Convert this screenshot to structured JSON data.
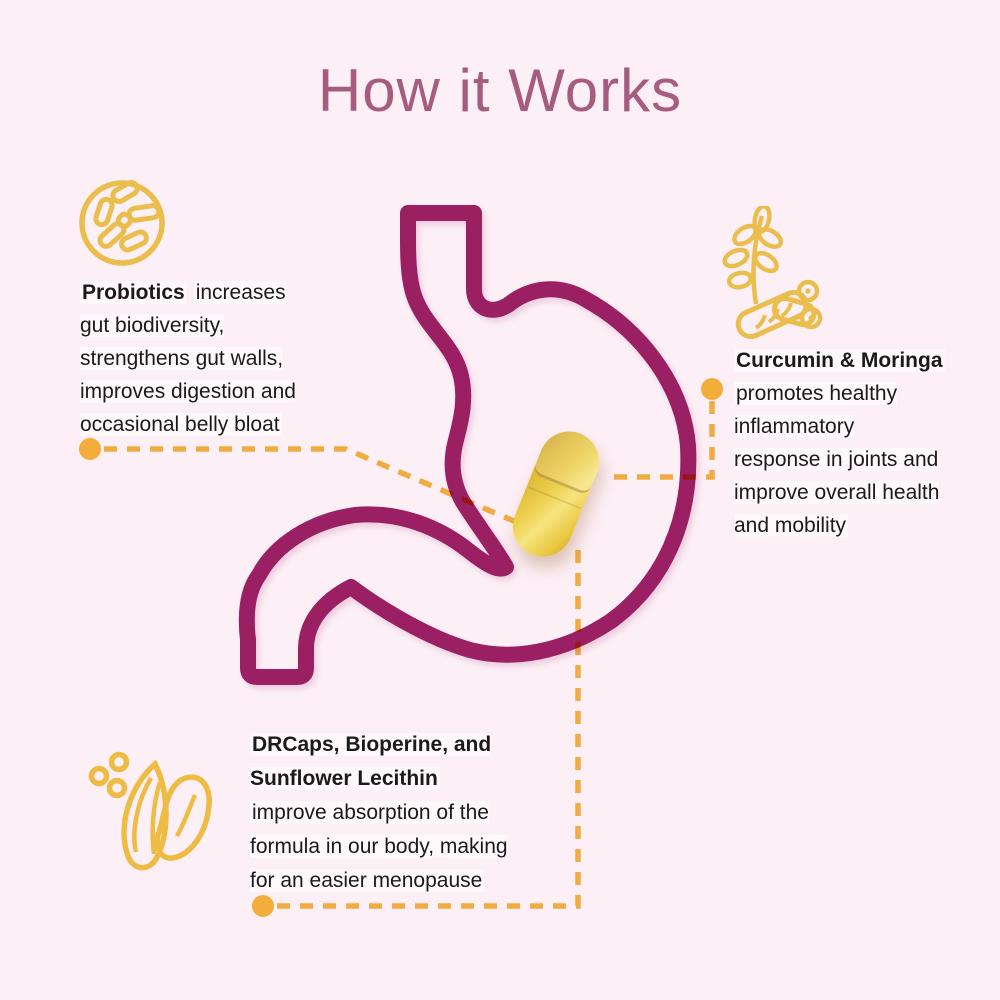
{
  "title": "How it Works",
  "colors": {
    "background": "#fdeff6",
    "title": "#a65c7e",
    "stomach_outline": "#9b2063",
    "connector_yellow": "#f2b843",
    "icon_gold": "#eabd4c",
    "text": "#1a1a1a",
    "capsule_light": "#f6e47f",
    "capsule_dark": "#c89e2b"
  },
  "cards": {
    "probiotics": {
      "heading": "Probiotics",
      "body_lines": [
        "increases",
        "gut biodiversity,",
        "strengthens gut walls,",
        "improves digestion and",
        "occasional belly bloat"
      ],
      "icon": "bacteria-circle-icon"
    },
    "curcumin": {
      "heading_lines": [
        "Curcumin & Moringa"
      ],
      "body_lines": [
        "promotes healthy",
        "inflammatory",
        "response in joints and",
        "improve overall health",
        "and mobility"
      ],
      "icon": "turmeric-moringa-icon"
    },
    "absorption": {
      "heading_lines": [
        "DRCaps, Bioperine, and",
        "Sunflower Lecithin"
      ],
      "body_lines": [
        "improve absorption of the",
        "formula in our body, making",
        "for an easier menopause"
      ],
      "icon": "sunflower-seeds-icon"
    }
  },
  "illustration": {
    "stomach": "stomach-outline",
    "capsule": "supplement-capsule"
  }
}
